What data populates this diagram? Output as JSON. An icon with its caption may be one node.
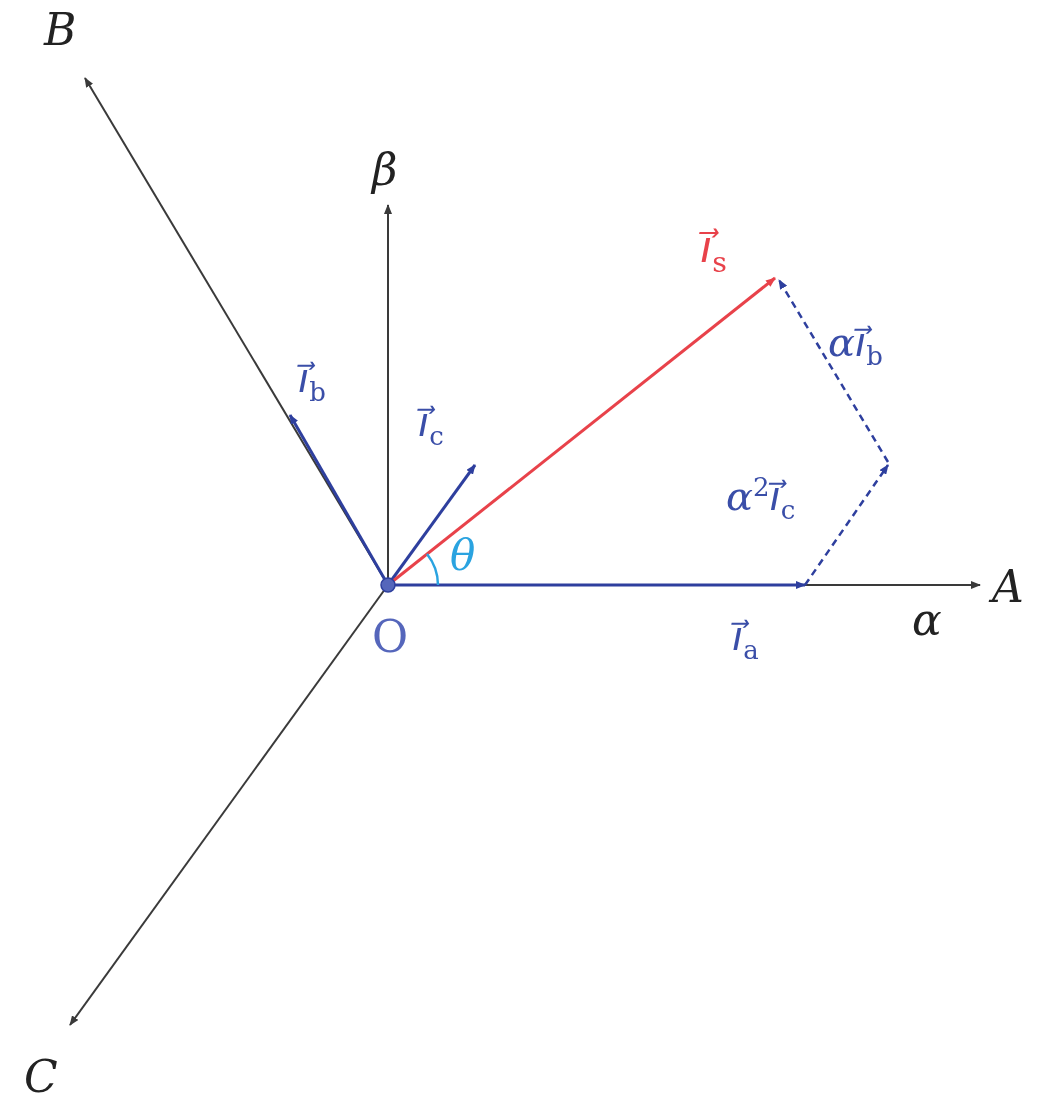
{
  "diagram": {
    "labels": [
      "B",
      "β",
      "i⃗$_{s}$",
      "αi⃗$_{b}$",
      "i⃗$_{b}$",
      "i⃗$_{c}$",
      "α$^{2}$i⃗$_{c}$",
      "θ",
      "A",
      "O",
      "α",
      "i⃗$_{a}$",
      "C"
    ]
  }
}
